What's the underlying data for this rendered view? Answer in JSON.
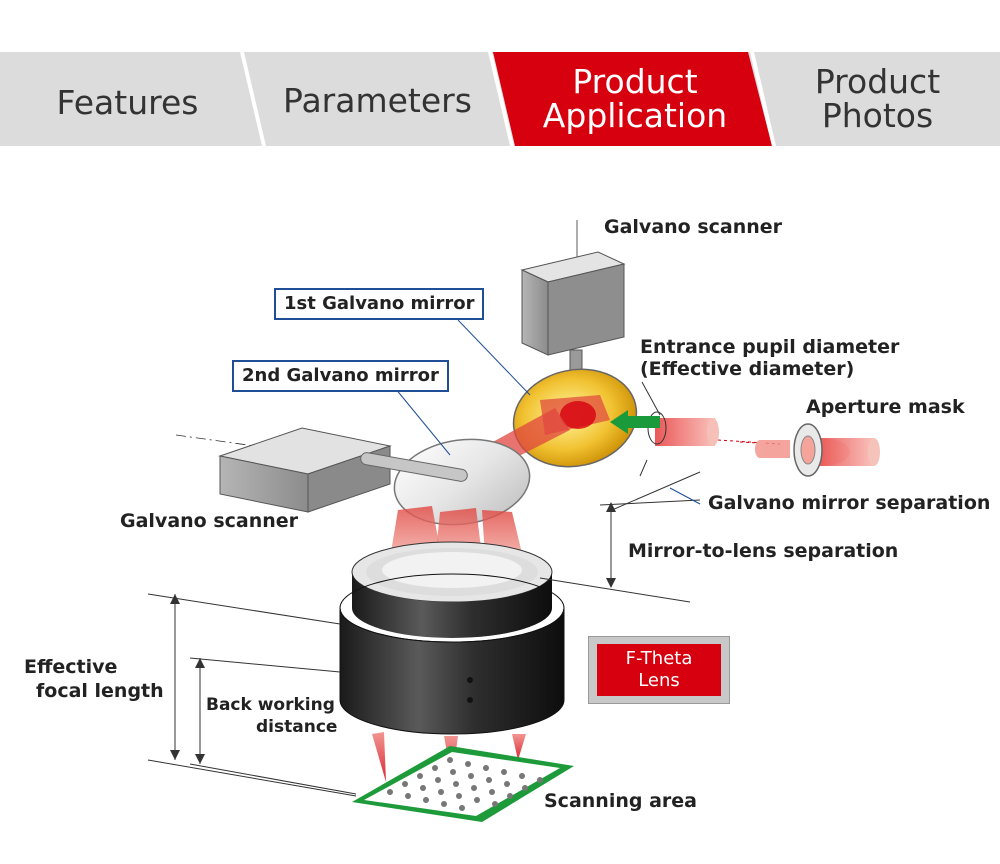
{
  "tabs": [
    {
      "label": "Features",
      "active": false
    },
    {
      "label": "Parameters",
      "active": false
    },
    {
      "label": "Product\nApplication",
      "active": true
    },
    {
      "label": "Product\nPhotos",
      "active": false
    }
  ],
  "diagram": {
    "labels": {
      "galvano_scanner_top": "Galvano scanner",
      "first_mirror": "1st Galvano mirror",
      "second_mirror": "2nd Galvano mirror",
      "entrance_pupil_line1": "Entrance pupil diameter",
      "entrance_pupil_line2": "(Effective diameter)",
      "aperture_mask": "Aperture mask",
      "galvano_scanner_left": "Galvano scanner",
      "mirror_separation": "Galvano mirror separation",
      "mirror_to_lens": "Mirror-to-lens separation",
      "effective_focal_line1": "Effective",
      "effective_focal_line2": "focal length",
      "back_working_line1": "Back working",
      "back_working_line2": "distance",
      "ftheta_line1": "F-Theta",
      "ftheta_line2": "Lens",
      "scanning_area": "Scanning area"
    }
  },
  "colors": {
    "accent_red": "#d7000f",
    "tab_gray": "#dcdcdc",
    "label_border_blue": "#1f4e96",
    "beam_green": "#1a9a3a"
  }
}
